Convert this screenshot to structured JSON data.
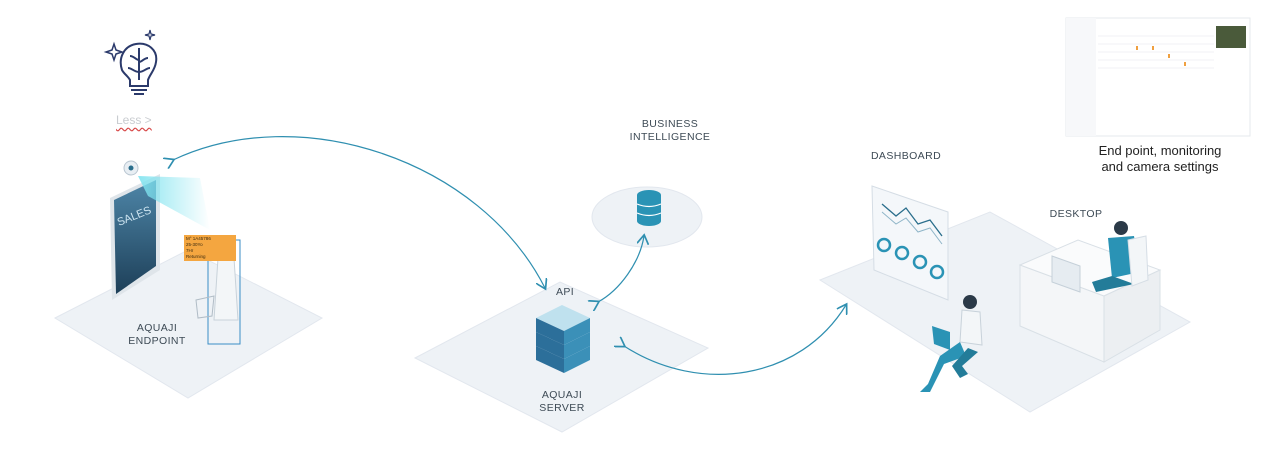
{
  "nodes": {
    "endpoint": {
      "label_line1": "AQUAJI",
      "label_line2": "ENDPOINT",
      "signage_text": "SALES"
    },
    "server": {
      "api_label": "API",
      "label_line1": "AQUAJI",
      "label_line2": "SERVER"
    },
    "business_intelligence": {
      "label_line1": "BUSINESS",
      "label_line2": "INTELLIGENCE"
    },
    "dashboard": {
      "label": "DASHBOARD"
    },
    "desktop": {
      "label": "DESKTOP"
    }
  },
  "idea": {
    "less_link": "Less >"
  },
  "screenshot": {
    "caption_line1": "End point, monitoring",
    "caption_line2": "and camera settings"
  },
  "detection_tag": {
    "line1": "M° 1A45786",
    "line2": "25-30Yo",
    "line3": "7Hr",
    "line4": "Returning"
  },
  "colors": {
    "teal": "#2a93b5",
    "arrow": "#2f8fb0",
    "platform": "#eef2f6",
    "dark_blue": "#2b3a6b"
  }
}
